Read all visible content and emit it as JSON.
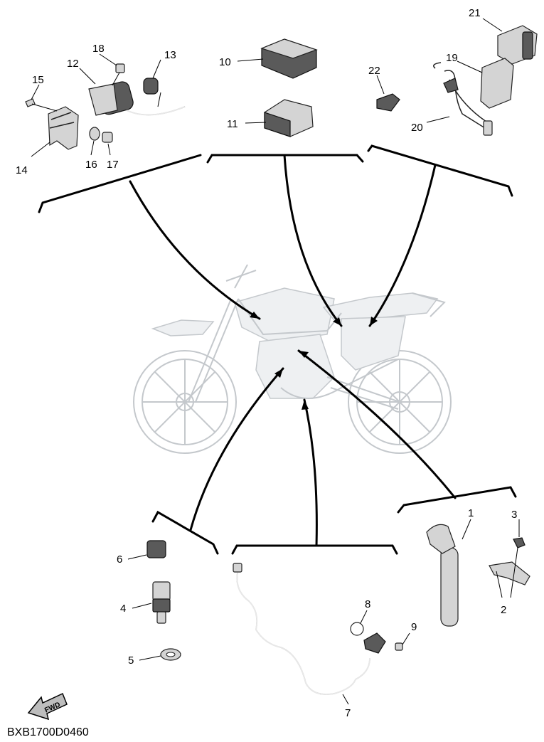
{
  "diagram_code": "BXB1700D0460",
  "fwd_label": "FWD",
  "callouts": {
    "c1": "1",
    "c2": "2",
    "c3": "3",
    "c4": "4",
    "c5": "5",
    "c6": "6",
    "c7": "7",
    "c8": "8",
    "c9": "9",
    "c10": "10",
    "c11": "11",
    "c12": "12",
    "c13": "13",
    "c14": "14",
    "c15": "15",
    "c16": "16",
    "c17": "17",
    "c18": "18",
    "c19": "19",
    "c20": "20",
    "c21": "21",
    "c22": "22"
  }
}
